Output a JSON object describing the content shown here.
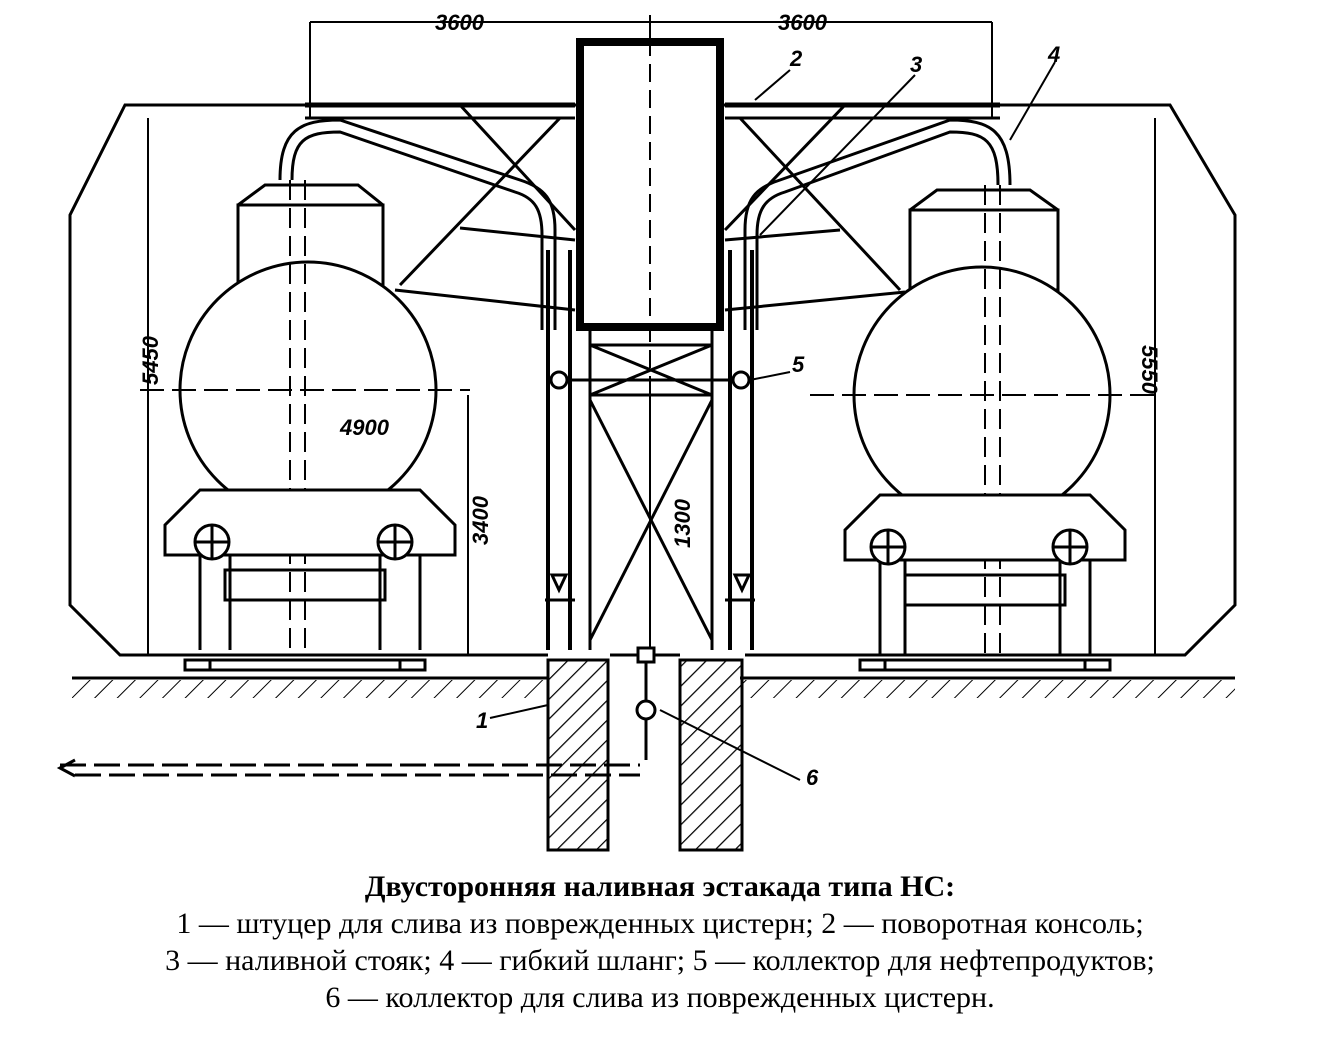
{
  "dimensions": {
    "span_left": "3600",
    "span_right": "3600",
    "height_left": "5450",
    "height_right": "5550",
    "tank_diameter": "4900",
    "standpipe_height": "3400",
    "column_height": "1300"
  },
  "callouts": {
    "c1": "1",
    "c2": "2",
    "c3": "3",
    "c4": "4",
    "c5": "5",
    "c6": "6"
  },
  "caption": {
    "title": "Двусторонняя наливная эстакада типа НС:",
    "line1": "1 — штуцер для слива из поврежденных цистерн; 2 — поворотная консоль;",
    "line2": "3 — наливной стояк; 4 — гибкий шланг; 5 — коллектор для нефтепродуктов;",
    "line3": "6 — коллектор для слива из поврежденных цистерн."
  }
}
